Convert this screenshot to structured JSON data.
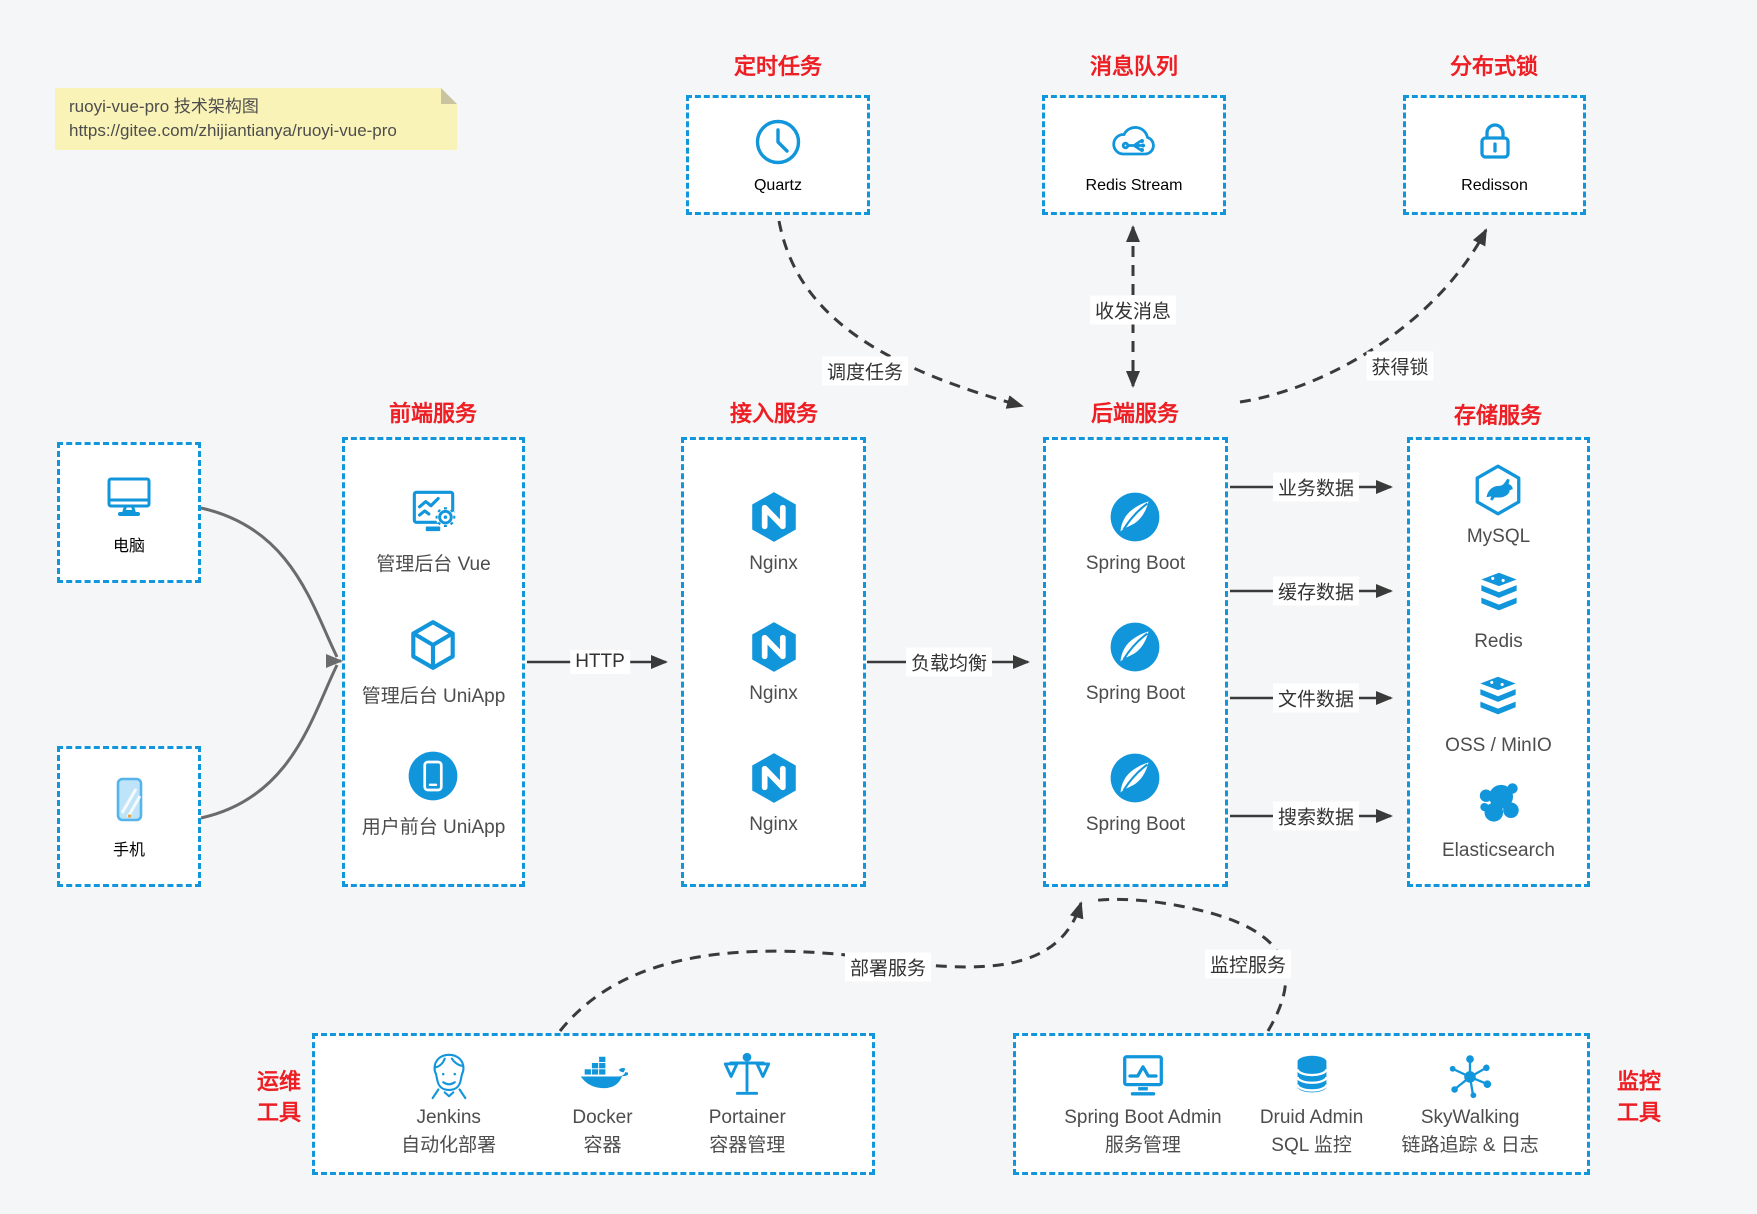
{
  "note": {
    "line1": "ruoyi-vue-pro 技术架构图",
    "line2": "https://gitee.com/zhijiantianya/ruoyi-vue-pro"
  },
  "colors": {
    "accent_blue": "#1296db",
    "title_red": "#ed1f24",
    "arrow_dark": "#3a3a3a",
    "note_bg": "#faf3b8",
    "canvas_bg": "#f5f6f7",
    "box_bg": "#ffffff"
  },
  "boxes": {
    "scheduled": {
      "title": "定时任务",
      "item": {
        "label": "Quartz",
        "icon": "clock-icon"
      }
    },
    "mq": {
      "title": "消息队列",
      "item": {
        "label": "Redis Stream",
        "icon": "cloud-stream-icon"
      }
    },
    "lock": {
      "title": "分布式锁",
      "item": {
        "label": "Redisson",
        "icon": "padlock-icon"
      }
    },
    "clients": {
      "computer": {
        "label": "电脑",
        "icon": "desktop-icon"
      },
      "phone": {
        "label": "手机",
        "icon": "smartphone-icon"
      }
    },
    "frontend": {
      "title": "前端服务",
      "items": [
        {
          "label": "管理后台 Vue",
          "icon": "admin-vue-icon"
        },
        {
          "label": "管理后台 UniApp",
          "icon": "uniapp-cube-icon"
        },
        {
          "label": "用户前台 UniApp",
          "icon": "mobile-app-icon"
        }
      ]
    },
    "gateway": {
      "title": "接入服务",
      "items": [
        {
          "label": "Nginx",
          "icon": "nginx-icon"
        },
        {
          "label": "Nginx",
          "icon": "nginx-icon"
        },
        {
          "label": "Nginx",
          "icon": "nginx-icon"
        }
      ]
    },
    "backend": {
      "title": "后端服务",
      "items": [
        {
          "label": "Spring Boot",
          "icon": "spring-icon"
        },
        {
          "label": "Spring Boot",
          "icon": "spring-icon"
        },
        {
          "label": "Spring Boot",
          "icon": "spring-icon"
        }
      ]
    },
    "storage": {
      "title": "存储服务",
      "items": [
        {
          "label": "MySQL",
          "icon": "mysql-icon"
        },
        {
          "label": "Redis",
          "icon": "redis-stack-icon"
        },
        {
          "label": "OSS / MinIO",
          "icon": "oss-stack-icon"
        },
        {
          "label": "Elasticsearch",
          "icon": "elasticsearch-icon"
        }
      ]
    },
    "ops": {
      "title_line1": "运维",
      "title_line2": "工具",
      "items": [
        {
          "name": "Jenkins",
          "desc": "自动化部署",
          "icon": "jenkins-icon"
        },
        {
          "name": "Docker",
          "desc": "容器",
          "icon": "docker-icon"
        },
        {
          "name": "Portainer",
          "desc": "容器管理",
          "icon": "portainer-icon"
        }
      ]
    },
    "monitor": {
      "title_line1": "监控",
      "title_line2": "工具",
      "items": [
        {
          "name": "Spring Boot Admin",
          "desc": "服务管理",
          "icon": "admin-monitor-icon"
        },
        {
          "name": "Druid Admin",
          "desc": "SQL 监控",
          "icon": "database-icon"
        },
        {
          "name": "SkyWalking",
          "desc": "链路追踪 & 日志",
          "icon": "topology-icon"
        }
      ]
    }
  },
  "edges": {
    "http": "HTTP",
    "load_balance": "负载均衡",
    "schedule": "调度任务",
    "message": "收发消息",
    "acquire_lock": "获得锁",
    "business_data": "业务数据",
    "cache_data": "缓存数据",
    "file_data": "文件数据",
    "search_data": "搜索数据",
    "deploy": "部署服务",
    "monitor": "监控服务"
  }
}
